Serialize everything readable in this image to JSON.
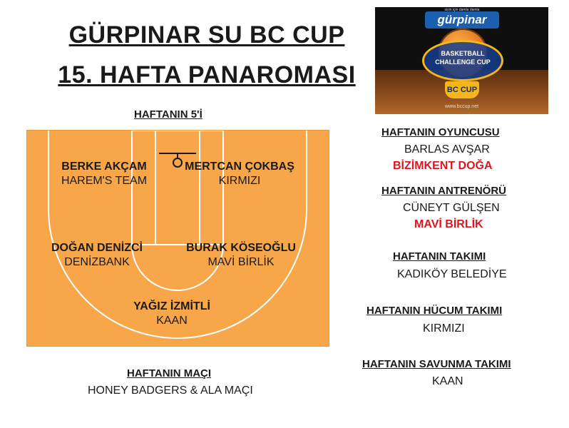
{
  "title_line1": "GÜRPINAR SU BC CUP",
  "title_line2": "15. HAFTA PANAROMASI",
  "logo": {
    "brand": "gürpinar",
    "brand_tag": "sizin için damla damla",
    "cup_text_1": "BASKETBALL",
    "cup_text_2": "CHALLENGE CUP",
    "badge": "BC CUP",
    "url": "www.bccup.net"
  },
  "week_five": {
    "heading": "HAFTANIN 5'İ",
    "players": [
      {
        "name": "BERKE AKÇAM",
        "team": "HAREM'S TEAM"
      },
      {
        "name": "MERTCAN ÇOKBAŞ",
        "team": "KIRMIZI"
      },
      {
        "name": "DOĞAN DENİZCİ",
        "team": "DENİZBANK"
      },
      {
        "name": "BURAK KÖSEOĞLU",
        "team": "MAVİ BİRLİK"
      },
      {
        "name": "YAĞIZ İZMİTLİ",
        "team": "KAAN"
      }
    ]
  },
  "game_of_week": {
    "heading": "HAFTANIN MAÇI",
    "value": "HONEY BADGERS & ALA MAÇI"
  },
  "player_of_week": {
    "heading": "HAFTANIN OYUNCUSU",
    "name": "BARLAS AVŞAR",
    "team": "BİZİMKENT DOĞA"
  },
  "coach_of_week": {
    "heading": "HAFTANIN ANTRENÖRÜ",
    "name": "CÜNEYT GÜLŞEN",
    "team": "MAVİ BİRLİK"
  },
  "team_of_week": {
    "heading": "HAFTANIN TAKIMI",
    "value": "KADIKÖY BELEDİYE"
  },
  "offense_team": {
    "heading": "HAFTANIN HÜCUM TAKIMI",
    "value": "KIRMIZI"
  },
  "defense_team": {
    "heading": "HAFTANIN SAVUNMA TAKIMI",
    "value": "KAAN"
  },
  "colors": {
    "court": "#f7a64a",
    "highlight_red": "#e0141e",
    "court_lines": "#ffffff"
  }
}
